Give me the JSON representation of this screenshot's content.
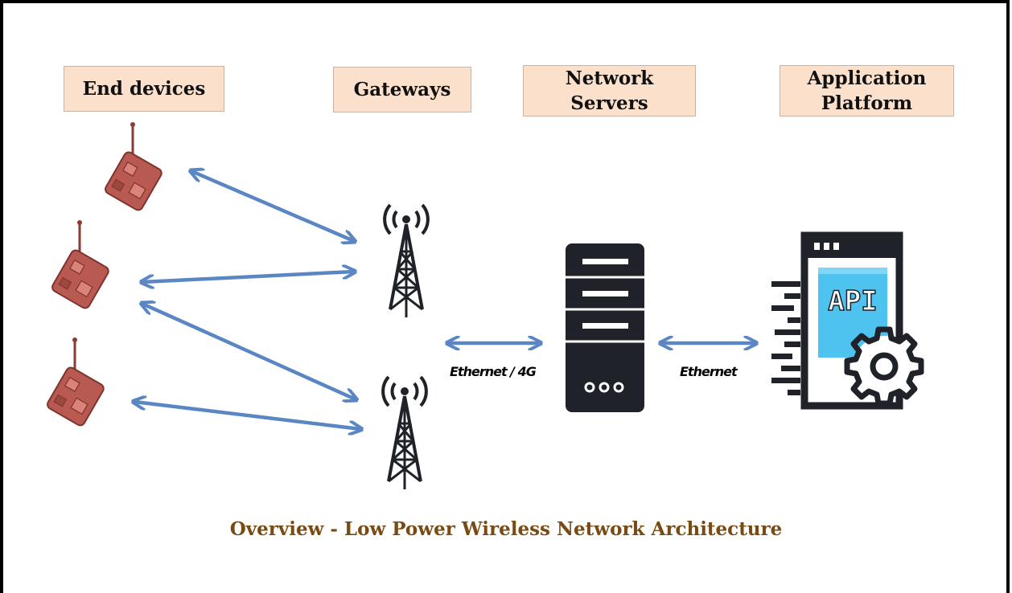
{
  "headers": {
    "end_devices": "End devices",
    "gateways": "Gateways",
    "network_servers": [
      "Network",
      "Servers"
    ],
    "application_platform": [
      "Application",
      "Platform"
    ]
  },
  "links": {
    "gateway_to_server": "Ethernet / 4G",
    "server_to_platform": "Ethernet"
  },
  "api_label": "API",
  "caption": "Overview - Low Power Wireless Network Architecture",
  "colors": {
    "header_fill": "#fbe1cb",
    "arrow": "#5b86c4",
    "device": "#b85a52",
    "caption": "#7a4a13",
    "screen": "#4fc3f0",
    "dark": "#1f2228"
  },
  "icons": [
    "end-device-icon",
    "gateway-tower-icon",
    "server-icon",
    "api-platform-icon",
    "gear-icon"
  ]
}
